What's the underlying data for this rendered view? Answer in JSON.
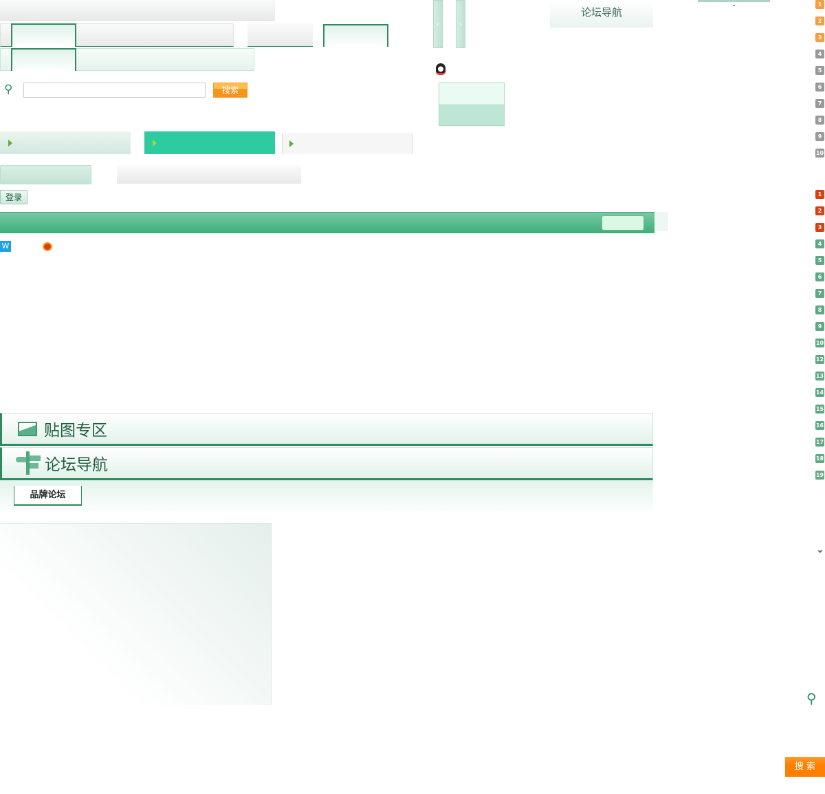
{
  "search": {
    "button_label": "搜索",
    "placeholder": ""
  },
  "login": {
    "button_label": "登录"
  },
  "nav_title": "论坛导航",
  "sections": [
    {
      "title": "贴图专区",
      "icon": "picture-icon"
    },
    {
      "title": "论坛导航",
      "icon": "signpost-icon"
    }
  ],
  "brand_tab": "品牌论坛",
  "search_bottom": "搜 索",
  "badges_orange": [
    "1",
    "2",
    "3",
    "4",
    "5",
    "6",
    "7",
    "8",
    "9",
    "10"
  ],
  "badges_red": [
    "1",
    "2",
    "3",
    "4",
    "5",
    "6",
    "7",
    "8",
    "9",
    "10",
    "12",
    "13",
    "14",
    "15",
    "16",
    "17",
    "18",
    "19"
  ],
  "colors": {
    "accent": "#2f8a60",
    "orange": "#f7941d",
    "teal": "#2ecaa0",
    "red": "#d9400f"
  }
}
